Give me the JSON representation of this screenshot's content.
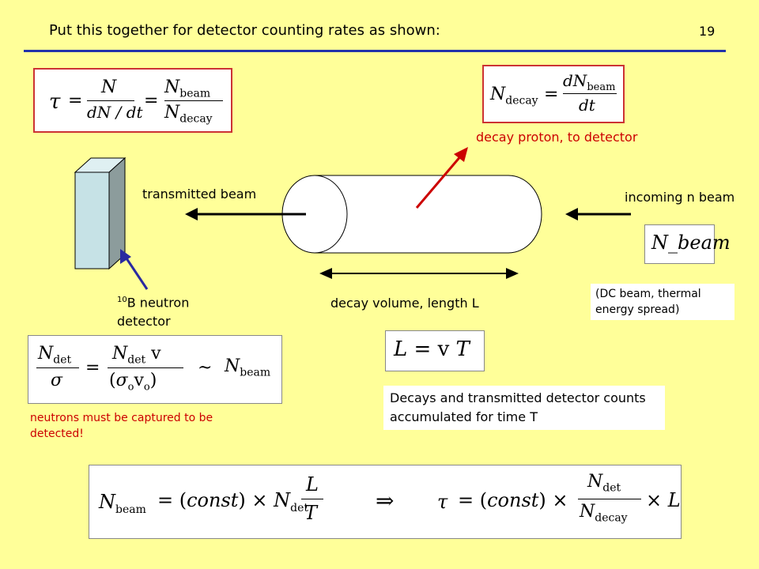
{
  "header": {
    "title": "Put this together for detector counting rates as shown:",
    "page_number": "19"
  },
  "labels": {
    "decay_proton": "decay proton, to detector",
    "transmitted_beam": "transmitted beam",
    "incoming_beam": "incoming n beam",
    "detector_sup": "10",
    "detector_line1": "B neutron",
    "detector_line2": "detector",
    "decay_volume": "decay volume, length L",
    "dc_beam_note": "(DC beam, thermal energy spread)",
    "capture_note": "neutrons must be captured to be detected!",
    "accum_note": "Decays and transmitted detector counts accumulated for time T"
  },
  "equations": {
    "tau": "τ = N / (dN/dt) = N_beam / N_decay",
    "n_decay": "N_decay = dN_beam / dt",
    "n_beam": "N_beam",
    "n_det": "N_det / σ = N_det v / (σ_o v_o) ~ N_beam",
    "length": "L = v T",
    "final": "N_beam = (const) × N_det L/T ⇒ τ = (const) × N_det/N_decay × L"
  },
  "colors": {
    "background": "#ffff99",
    "rule": "#2233aa",
    "red_label": "#cc0000",
    "detector_blue": "#2a2aa0",
    "detector_face": "#c6e2e6"
  }
}
